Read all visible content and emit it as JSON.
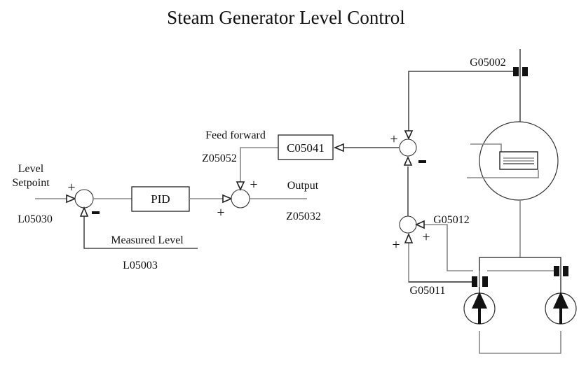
{
  "title": "Steam Generator Level Control",
  "labels": {
    "level_setpoint_line1": "Level",
    "level_setpoint_line2": "Setpoint",
    "setpoint_tag": "L05030",
    "measured_level": "Measured Level",
    "measured_tag": "L05003",
    "pid_block": "PID",
    "feed_forward": "Feed forward",
    "feed_forward_tag": "Z05052",
    "ff_block": "C05041",
    "output": "Output",
    "output_tag": "Z05032",
    "steam_flow_tag": "G05002",
    "feed_flow_tag_1": "G05011",
    "feed_flow_tag_2": "G05012"
  },
  "signs": {
    "sum1_setpoint": "+",
    "sum1_measured": "-",
    "sum2_pid": "+",
    "sum2_ff": "+",
    "sum3_steam": "+",
    "sum3_feed": "-",
    "sum4_feed1": "+",
    "sum4_feed2": "+"
  },
  "icons": {
    "summing_junction": "circle",
    "flow_meter": "double-bar",
    "steam_generator": "circle-vessel",
    "pump": "circle-up-arrow"
  }
}
